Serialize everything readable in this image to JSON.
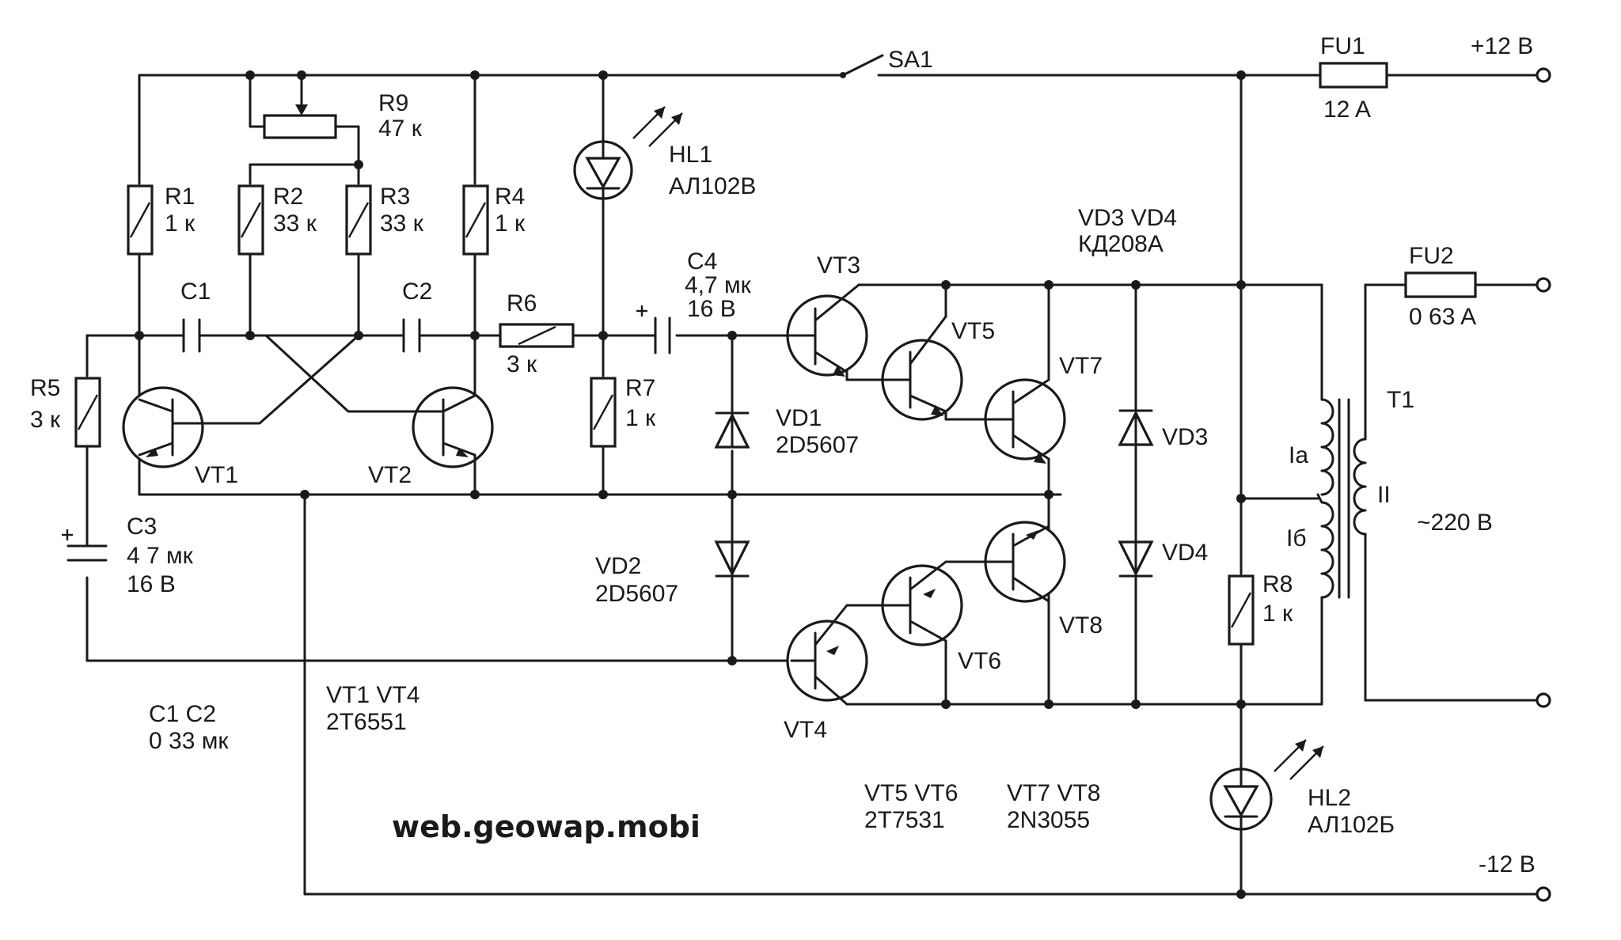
{
  "labels": {
    "sa1": "SA1",
    "fu1": "FU1",
    "fu1_rating": "12 A",
    "plus12": "+12 B",
    "minus12": "-12 B",
    "r9": "R9",
    "r9_val": "47 к",
    "hl1": "HL1",
    "hl1_type": "АЛ102В",
    "r1": "R1",
    "r1_val": "1 к",
    "r2": "R2",
    "r2_val": "33 к",
    "r3": "R3",
    "r3_val": "33 к",
    "r4": "R4",
    "r4_val": "1 к",
    "vd34_pair": "VD3  VD4",
    "vd34_type": "КД208А",
    "fu2": "FU2",
    "fu2_rating": "0 63 A",
    "c1": "C1",
    "c2": "C2",
    "c4": "C4",
    "c4_val1": "4,7 мк",
    "c4_val2": "16 B",
    "r6": "R6",
    "r6_val": "3 к",
    "vt3": "VT3",
    "vt5": "VT5",
    "vt7": "VT7",
    "r5": "R5",
    "r5_val": "3 к",
    "r7": "R7",
    "r7_val": "1 к",
    "vd1": "VD1",
    "vd1_type": "2D5607",
    "vd3": "VD3",
    "t1": "T1",
    "ia": "Ia",
    "ib": "Iб",
    "ii": "II",
    "vt1": "VT1",
    "vt2": "VT2",
    "c3": "C3",
    "c3_val1": "4 7 мк",
    "c3_val2": "16 B",
    "vd2": "VD2",
    "vd2_type": "2D5607",
    "vd4": "VD4",
    "ac220": "~220 B",
    "r8": "R8",
    "r8_val": "1 к",
    "vt6": "VT6",
    "vt8": "VT8",
    "vt4": "VT4",
    "c1c2_pair": "C1  C2",
    "c1c2_val": "0 33 мк",
    "vt1vt4_pair": "VT1   VT4",
    "vt1vt4_type": "2T6551",
    "hl2": "HL2",
    "hl2_type": "АЛ102Б",
    "vt5vt6_pair": "VT5  VT6",
    "vt5vt6_type": "2T7531",
    "vt7vt8_pair": "VT7  VT8",
    "vt7vt8_type": "2N3055",
    "watermark": "web.geowap.mobi"
  }
}
